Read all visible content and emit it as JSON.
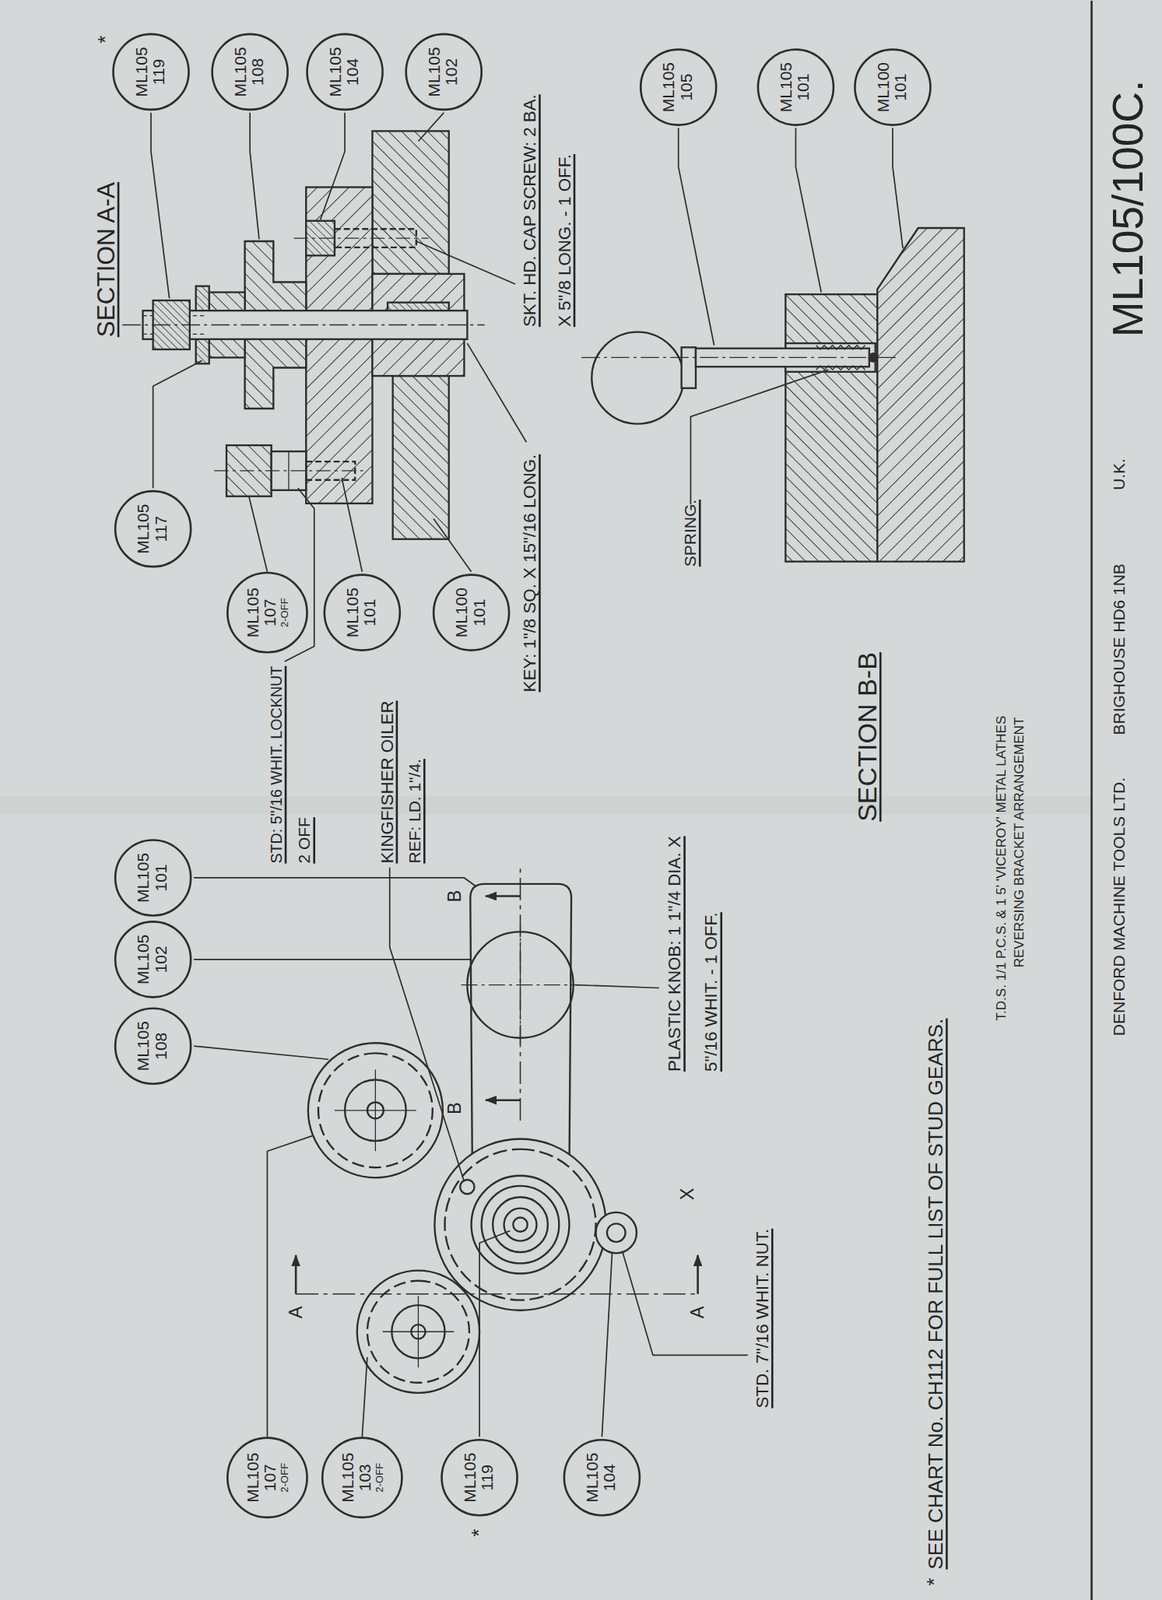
{
  "diagram": {
    "nodes": [
      {
        "text": [
          "ML105 108"
        ]
      },
      {
        "text": [
          "ML105 102"
        ]
      },
      {
        "text": [
          "ML105 101"
        ]
      },
      {
        "text": [
          "ML105 107",
          "2-OFF"
        ]
      },
      {
        "text": [
          "ML105 103",
          "2-OFF"
        ]
      },
      {
        "text": [
          "ML105 119"
        ]
      },
      {
        "text": [
          "ML105 104"
        ]
      },
      {
        "text": [
          "ML105 117"
        ]
      },
      {
        "text": [
          "ML105 107",
          "2-OFF"
        ]
      },
      {
        "text": [
          "ML105 101"
        ]
      },
      {
        "text": [
          "ML100 101"
        ]
      },
      {
        "text": [
          "ML105 119"
        ]
      },
      {
        "text": [
          "ML105 108"
        ]
      },
      {
        "text": [
          "ML105 104"
        ]
      },
      {
        "text": [
          "ML105 102"
        ]
      },
      {
        "text": [
          "ML105 105"
        ]
      },
      {
        "text": [
          "ML105 101"
        ]
      },
      {
        "text": [
          "ML100 101"
        ]
      }
    ],
    "labels": [
      "SECTION A-A",
      "*",
      "STD: 5\"/16 WHIT. LOCKNUT",
      "2 OFF",
      "KINGFISHER OILER",
      "REF: LD. 1\"/4.",
      "B",
      "B",
      "A",
      "*",
      "KEY: 1\"/8 SQ. X 15\"/16 LONG.",
      "SKT. HD. CAP SCREW: 2 BA.",
      "X 5\"/8 LONG. - 1 OFF.",
      "PLASTIC KNOB: 1 1\"/4 DIA. X",
      "5\"/16 WHIT. - 1 OFF.",
      "X",
      "A",
      "SPRING.",
      "STD. 7\"/16 WHIT. NUT.",
      "SECTION B-B",
      "*",
      "SEE CHART No. CH112 FOR FULL LIST OF STUD GEARS.",
      "T.D.S. 1/1 P.C.S. & 1 5' 'VICEROY' METAL LATHES",
      "REVERSING BRACKET ARRANGEMENT",
      "DENFORD MACHINE TOOLS LTD.",
      "BRIGHOUSE HD6 1NB",
      "U.K.",
      "ML105/100C."
    ]
  }
}
